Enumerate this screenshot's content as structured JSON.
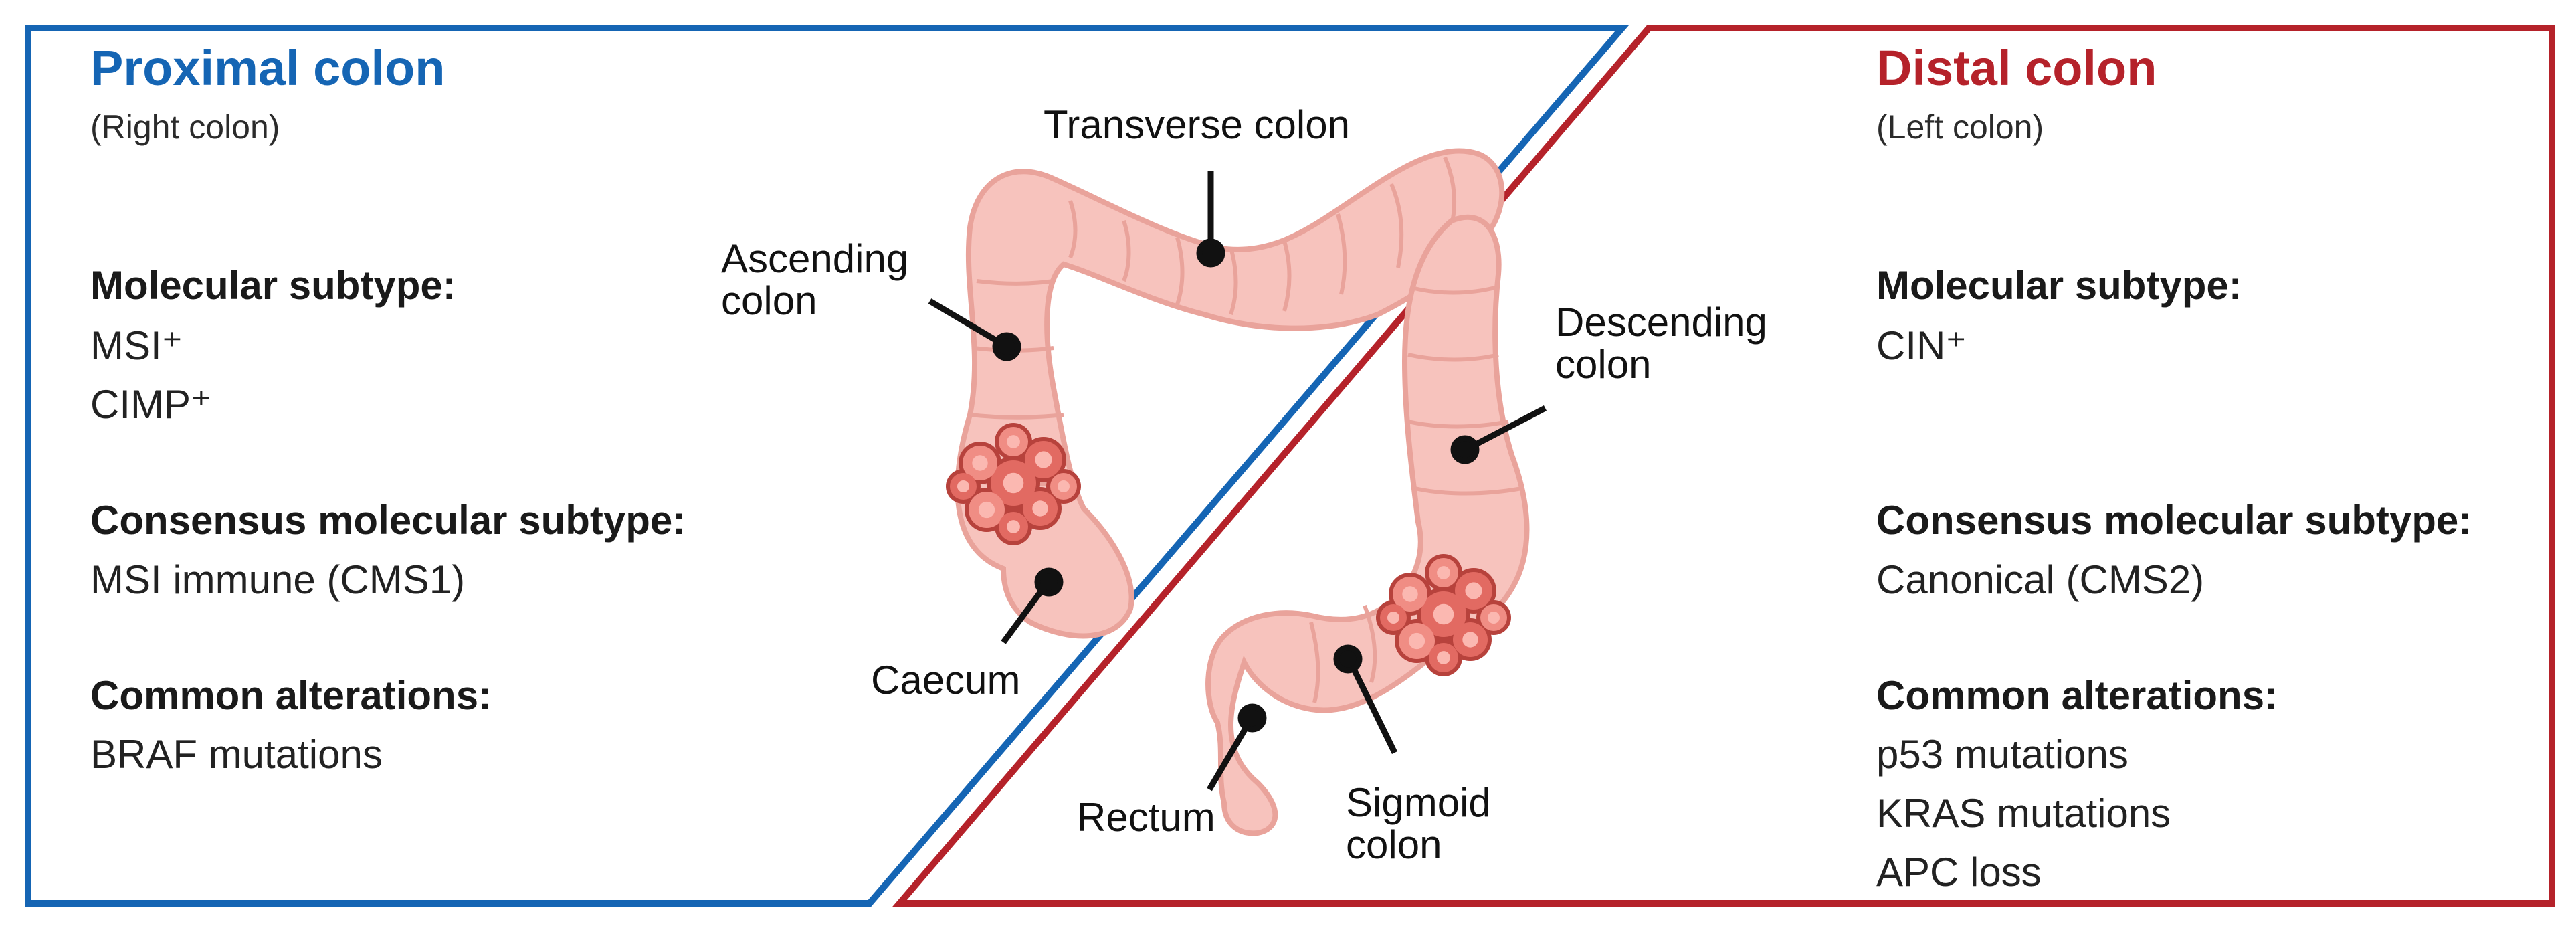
{
  "colors": {
    "proximal": "#1565b4",
    "distal": "#b5222a",
    "colon_fill": "#f7c3bd",
    "colon_edge": "#e9a39b",
    "tumor": "#e26a62",
    "tumor_dark": "#b7423c"
  },
  "proximal": {
    "title": "Proximal colon",
    "subtitle": "(Right colon)",
    "molecular_heading": "Molecular subtype:",
    "molecular_items": [
      "MSI⁺",
      "CIMP⁺"
    ],
    "cms_heading": "Consensus molecular subtype:",
    "cms_value": "MSI immune  (CMS1)",
    "alterations_heading": "Common alterations:",
    "alterations": [
      "BRAF mutations"
    ]
  },
  "distal": {
    "title": "Distal colon",
    "subtitle": "(Left colon)",
    "molecular_heading": "Molecular subtype:",
    "molecular_items": [
      "CIN⁺"
    ],
    "cms_heading": "Consensus molecular subtype:",
    "cms_value": "Canonical (CMS2)",
    "alterations_heading": "Common alterations:",
    "alterations": [
      "p53 mutations",
      "KRAS mutations",
      "APC loss"
    ]
  },
  "anatomy_labels": {
    "transverse": "Transverse colon",
    "ascending": [
      "Ascending",
      "colon"
    ],
    "descending": [
      "Descending",
      "colon"
    ],
    "caecum": "Caecum",
    "rectum": "Rectum",
    "sigmoid": [
      "Sigmoid",
      "colon"
    ]
  }
}
